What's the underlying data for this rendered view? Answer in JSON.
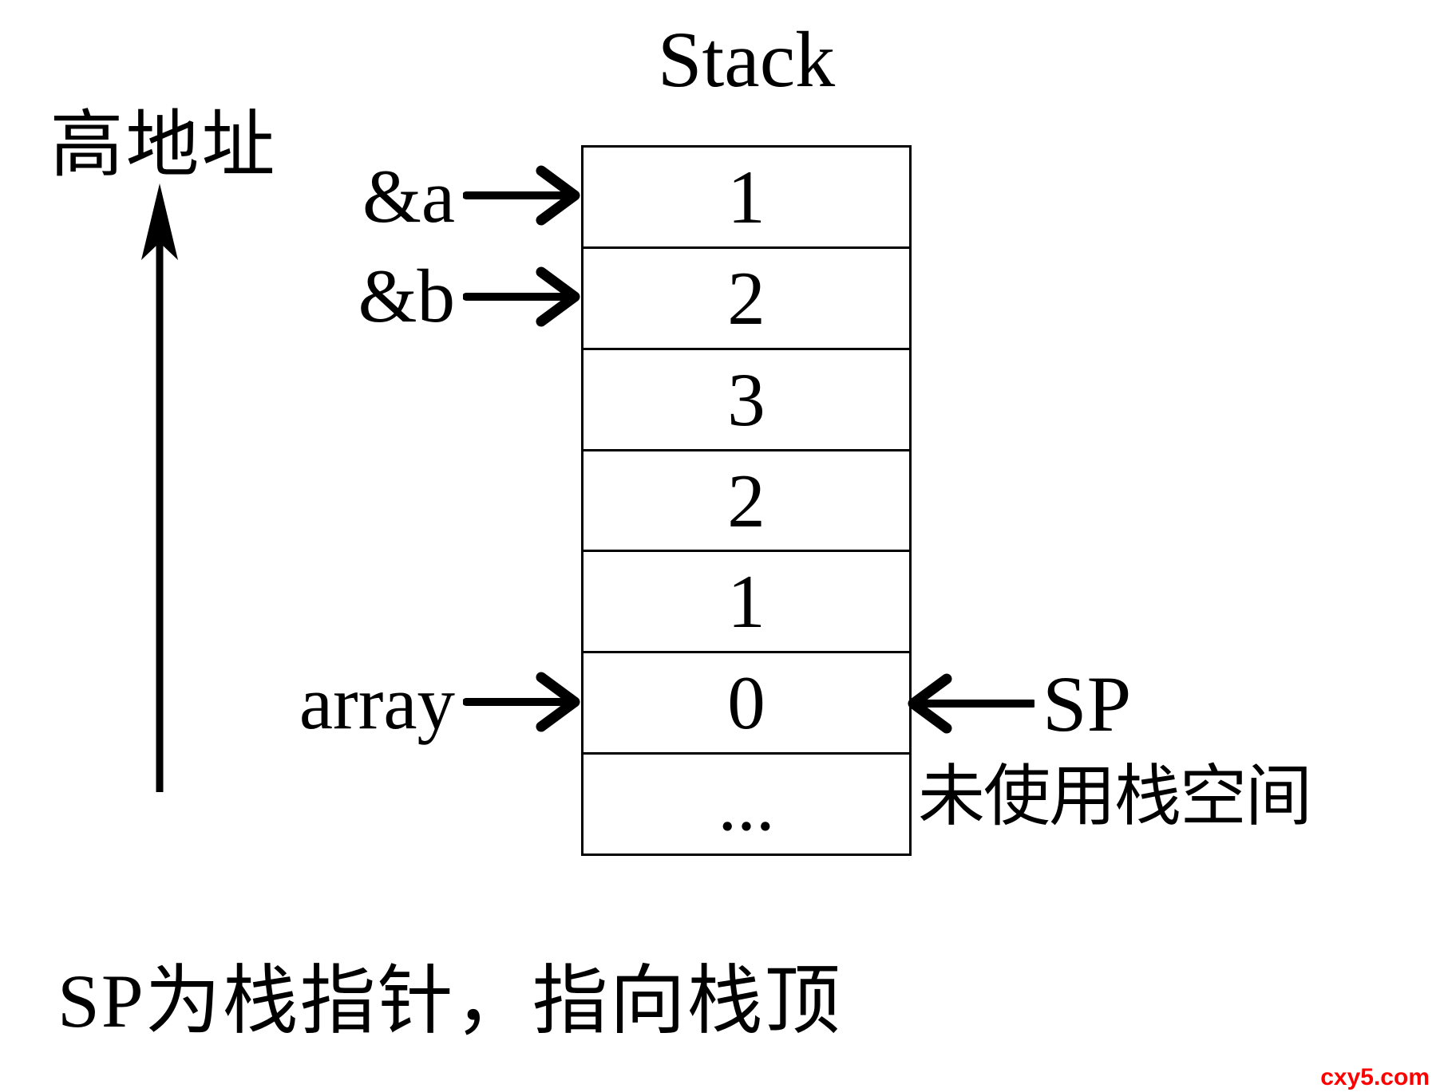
{
  "title": "Stack",
  "high_address_label": "高地址",
  "stack": {
    "cells": [
      "1",
      "2",
      "3",
      "2",
      "1",
      "0",
      "..."
    ]
  },
  "pointers": {
    "a": "&a",
    "b": "&b",
    "array": "array",
    "sp": "SP"
  },
  "unused_space_label": "未使用栈空间",
  "caption": "SP为栈指针，指向栈顶",
  "watermark": "cxy5.com",
  "colors": {
    "ink": "#000000",
    "background": "#ffffff",
    "watermark": "#ff0000"
  }
}
